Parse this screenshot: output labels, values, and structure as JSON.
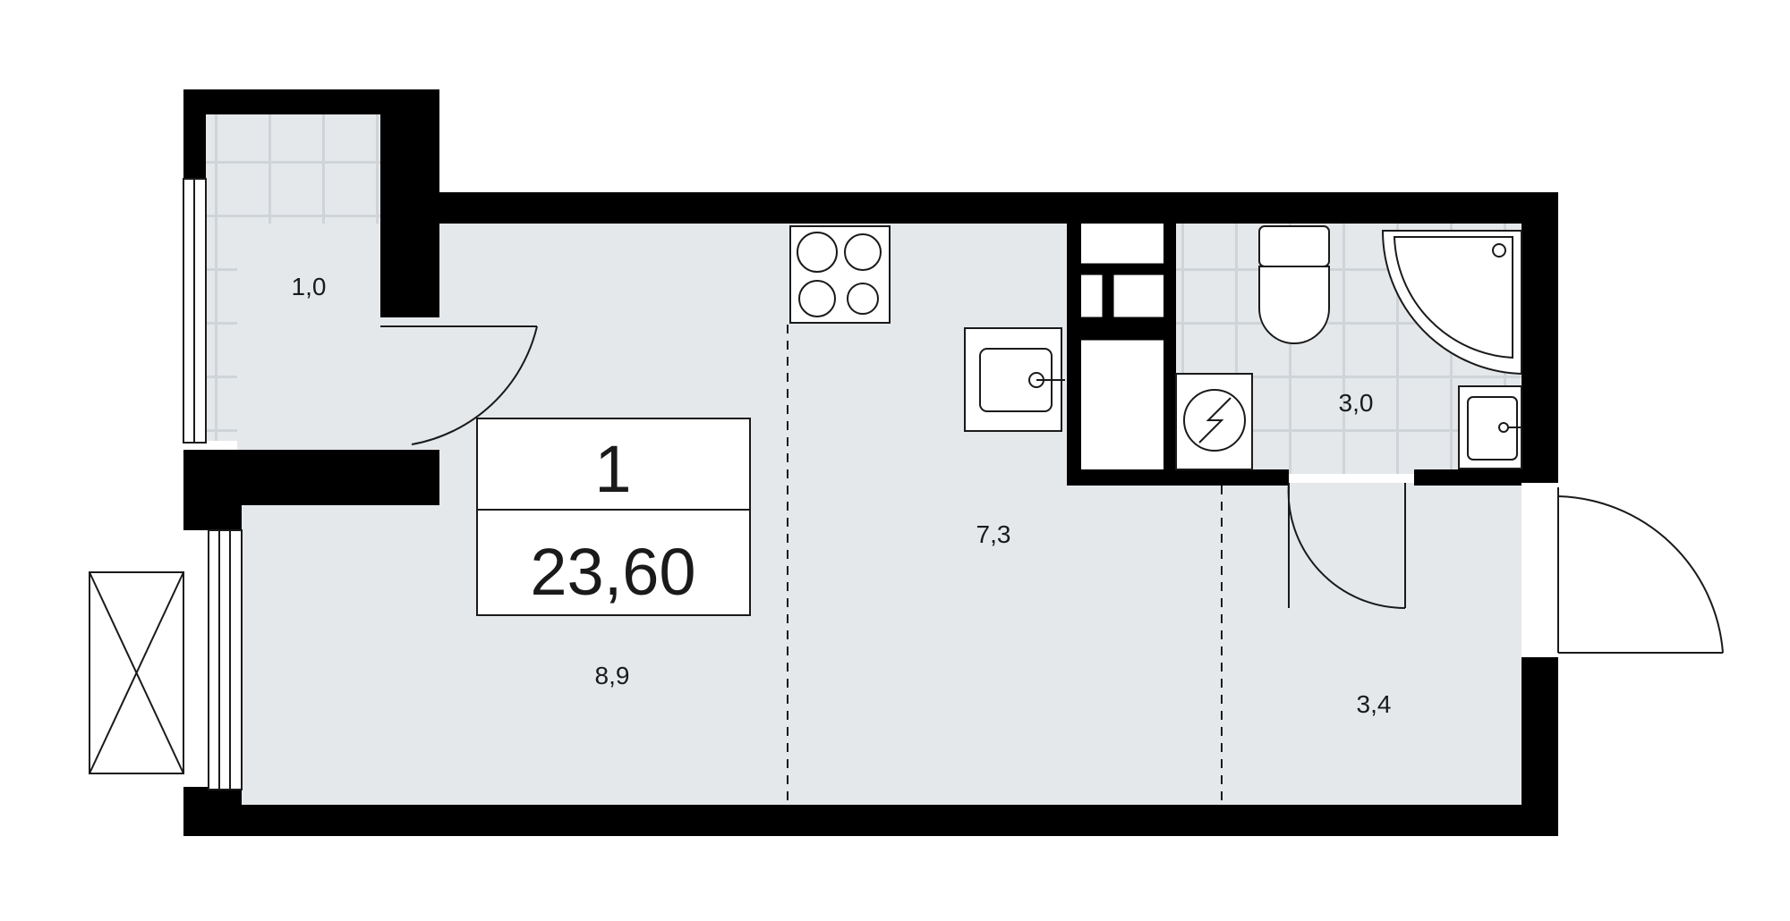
{
  "plan": {
    "colors": {
      "wall": "#000000",
      "floor": "#e5e8eb",
      "tile": "#d7dbdf",
      "line": "#1a1a1a",
      "white": "#ffffff"
    },
    "info_box": {
      "rooms": "1",
      "area": "23,60"
    },
    "rooms": [
      {
        "id": "balcony",
        "area": "1,0"
      },
      {
        "id": "living",
        "area": "8,9"
      },
      {
        "id": "kitchen",
        "area": "7,3"
      },
      {
        "id": "bathroom",
        "area": "3,0"
      },
      {
        "id": "hall",
        "area": "3,4"
      }
    ],
    "icons": [
      "stove-icon",
      "sink-icon",
      "toilet-icon",
      "bathtub-icon",
      "washbasin-icon",
      "electrical-panel-icon",
      "window-icon",
      "door-icon",
      "ventilation-shaft-icon"
    ]
  }
}
